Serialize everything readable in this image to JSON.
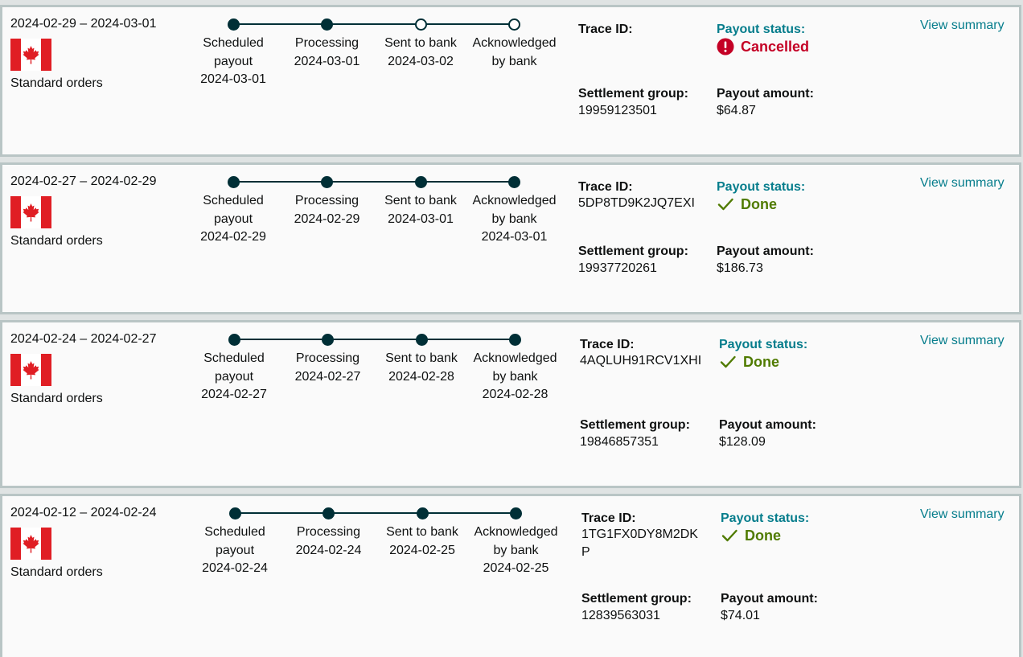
{
  "colors": {
    "accent_teal": "#067d8c",
    "cancelled": "#c40025",
    "done": "#507b00",
    "tracker": "#002f36",
    "card_border": "#b9c5c5"
  },
  "labels": {
    "trace_id": "Trace ID:",
    "payout_status": "Payout status:",
    "settlement_group": "Settlement group:",
    "payout_amount": "Payout amount:",
    "view_summary": "View summary",
    "channel": "Standard orders"
  },
  "steps": [
    "Scheduled payout",
    "Processing",
    "Sent to bank",
    "Acknowledged by bank"
  ],
  "payouts": [
    {
      "date_range": "2024-02-29 – 2024-03-01",
      "flag_icon": "canada-flag-icon",
      "step_dates": [
        "2024-03-01",
        "2024-03-01",
        "2024-03-02",
        ""
      ],
      "step_complete": [
        true,
        true,
        false,
        false
      ],
      "trace_id": "",
      "settlement_group": "19959123501",
      "status": "Cancelled",
      "status_type": "cancelled",
      "status_icon": "alert-icon",
      "amount": "$64.87"
    },
    {
      "date_range": "2024-02-27 – 2024-02-29",
      "flag_icon": "canada-flag-icon",
      "step_dates": [
        "2024-02-29",
        "2024-02-29",
        "2024-03-01",
        "2024-03-01"
      ],
      "step_complete": [
        true,
        true,
        true,
        true
      ],
      "trace_id": "5DP8TD9K2JQ7EXI",
      "settlement_group": "19937720261",
      "status": "Done",
      "status_type": "done",
      "status_icon": "checkmark-icon",
      "amount": "$186.73"
    },
    {
      "date_range": "2024-02-24 – 2024-02-27",
      "flag_icon": "canada-flag-icon",
      "step_dates": [
        "2024-02-27",
        "2024-02-27",
        "2024-02-28",
        "2024-02-28"
      ],
      "step_complete": [
        true,
        true,
        true,
        true
      ],
      "trace_id": "4AQLUH91RCV1XHI",
      "settlement_group": "19846857351",
      "status": "Done",
      "status_type": "done",
      "status_icon": "checkmark-icon",
      "amount": "$128.09"
    },
    {
      "date_range": "2024-02-12 – 2024-02-24",
      "flag_icon": "canada-flag-icon",
      "step_dates": [
        "2024-02-24",
        "2024-02-24",
        "2024-02-25",
        "2024-02-25"
      ],
      "step_complete": [
        true,
        true,
        true,
        true
      ],
      "trace_id": "1TG1FX0DY8M2DKP",
      "settlement_group": "12839563031",
      "status": "Done",
      "status_type": "done",
      "status_icon": "checkmark-icon",
      "amount": "$74.01"
    }
  ]
}
